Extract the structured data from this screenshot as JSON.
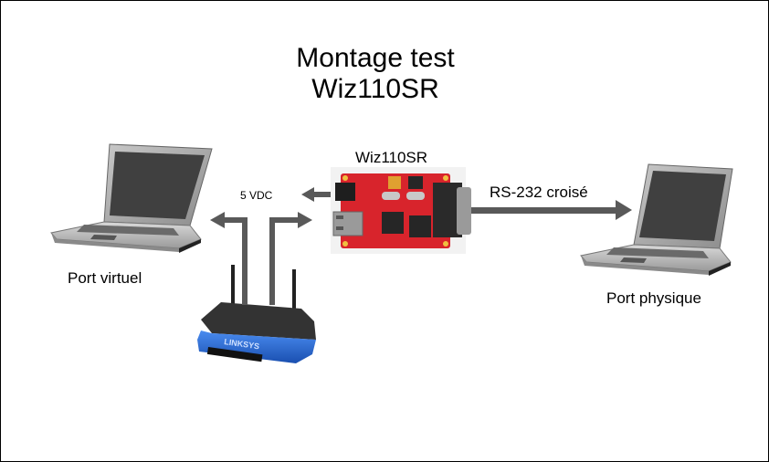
{
  "title": {
    "line1": "Montage test",
    "line2": "Wiz110SR"
  },
  "nodes": {
    "device": {
      "label": "Wiz110SR",
      "icon": "serial-ethernet-board-icon"
    },
    "laptop_left": {
      "label": "Port virtuel",
      "icon": "laptop-icon"
    },
    "laptop_right": {
      "label": "Port physique",
      "icon": "laptop-icon"
    },
    "router": {
      "label": "LINKSYS",
      "icon": "router-icon"
    }
  },
  "connections": {
    "power": {
      "label": "5 VDC"
    },
    "serial": {
      "label": "RS-232 croisé"
    }
  },
  "colors": {
    "arrow": "#595959",
    "board": "#d8242c",
    "router_blue": "#2a64c8",
    "laptop_screen": "#404040"
  }
}
